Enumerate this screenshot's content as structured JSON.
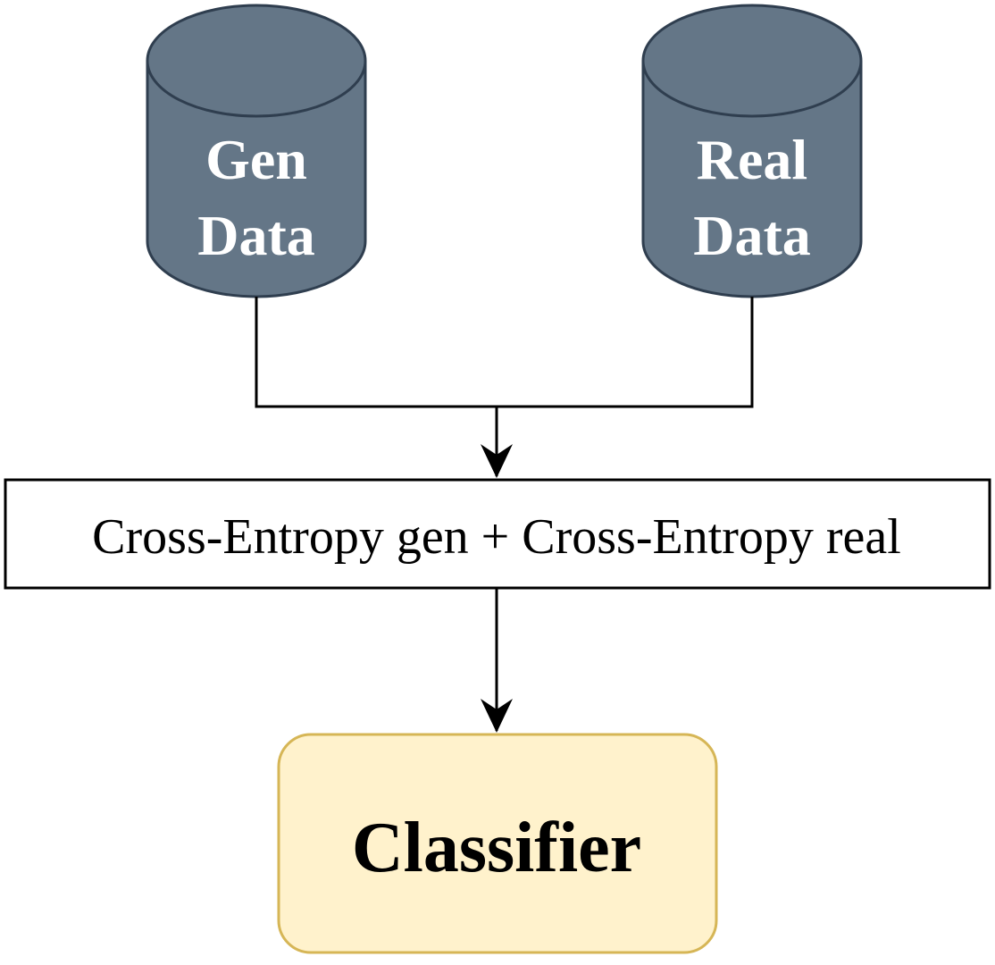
{
  "diagram": {
    "gen_data": {
      "line1": "Gen",
      "line2": "Data"
    },
    "real_data": {
      "line1": "Real",
      "line2": "Data"
    },
    "loss_box": {
      "label": "Cross-Entropy gen + Cross-Entropy real"
    },
    "classifier": {
      "label": "Classifier"
    }
  },
  "colors": {
    "cylinder_fill": "#647687",
    "cylinder_stroke": "#2f3e4f",
    "classifier_fill": "#fff2cc",
    "classifier_stroke": "#d6b656",
    "line": "#000000"
  }
}
